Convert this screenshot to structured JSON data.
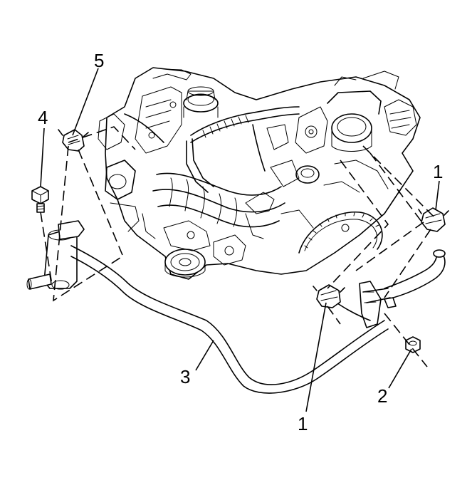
{
  "callouts": [
    {
      "id": "c1a",
      "text": "1"
    },
    {
      "id": "c1b",
      "text": "1"
    },
    {
      "id": "c2",
      "text": "2"
    },
    {
      "id": "c3",
      "text": "3"
    },
    {
      "id": "c4",
      "text": "4"
    },
    {
      "id": "c5",
      "text": "5"
    }
  ]
}
